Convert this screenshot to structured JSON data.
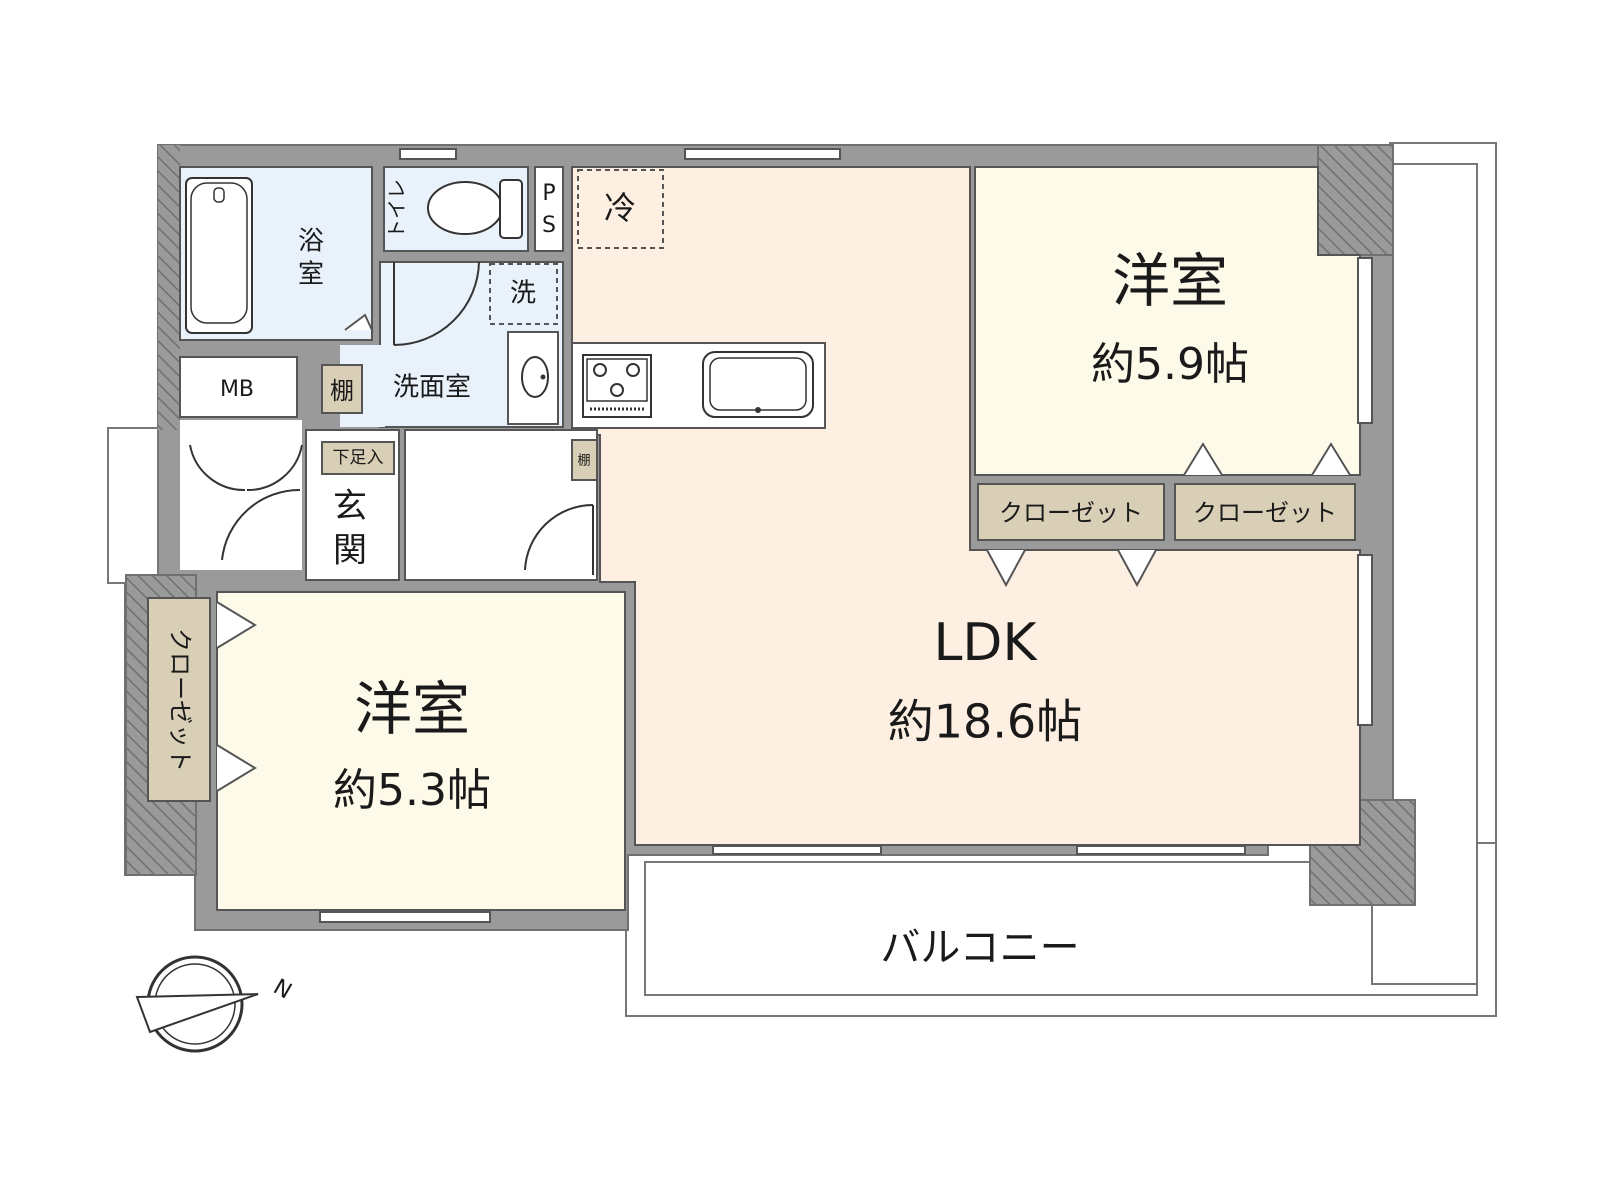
{
  "colors": {
    "wall": "#9a9a9a",
    "wall_edge": "#707070",
    "ldk_floor": "#fdf0e2",
    "room_floor": "#fdfaea",
    "wet_floor": "#e9f2fb",
    "closet": "#d8cfb6",
    "white": "#ffffff"
  },
  "rooms": {
    "ldk": {
      "name": "LDK",
      "area": "約18.6帖"
    },
    "bedroom_ne": {
      "name": "洋室",
      "area": "約5.9帖"
    },
    "bedroom_sw": {
      "name": "洋室",
      "area": "約5.3帖"
    },
    "bath": {
      "name_top": "浴",
      "name_bottom": "室"
    },
    "toilet": {
      "name": "トイレ"
    },
    "washroom": {
      "name": "洗面室"
    },
    "entrance": {
      "name_top": "玄",
      "name_bottom": "関"
    }
  },
  "labels": {
    "ps": "PS",
    "ps_top": "P",
    "ps_bottom": "S",
    "fridge": "冷",
    "washer": "洗",
    "mb": "MB",
    "shelf": "棚",
    "shoe_box": "下足入",
    "closet_ne_1": "クローゼット",
    "closet_ne_2": "クローゼット",
    "closet_sw": "クローゼット",
    "balcony": "バルコニー",
    "north": "N"
  },
  "icons": {
    "bathtub": "bathtub-icon",
    "toilet": "toilet-icon",
    "sink": "washbasin-icon",
    "stove": "stove-icon",
    "kitchen_sink": "kitchen-sink-icon",
    "compass": "compass-icon"
  }
}
